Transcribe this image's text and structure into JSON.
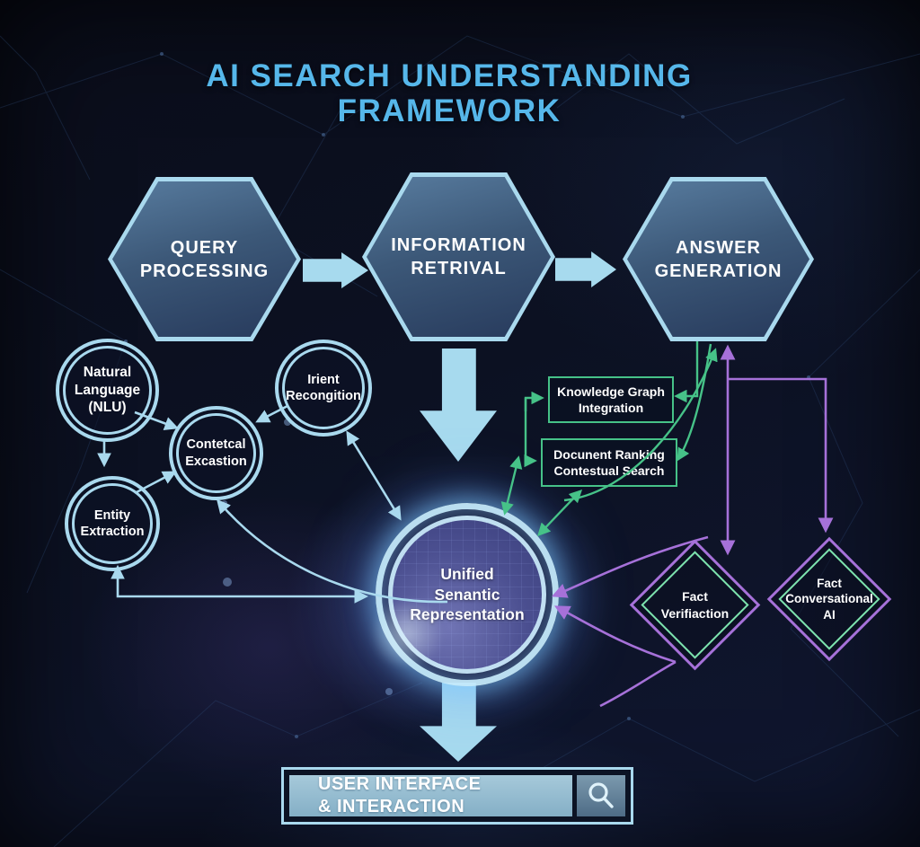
{
  "title": "AI SEARCH UNDERSTANDING\nFRAMEWORK",
  "colors": {
    "title_blue": "#56b7ea",
    "accent_blue": "#a9d9ee",
    "green": "#46c288",
    "purple": "#a671d9"
  },
  "hexagons": [
    {
      "label": "QUERY\nPROCESSING"
    },
    {
      "label": "INFORMATION\nRETRIVAL"
    },
    {
      "label": "ANSWER\nGENERATION"
    }
  ],
  "circles": [
    {
      "label": "Natural\nLanguage\n(NLU)"
    },
    {
      "label": "Irient\nRecongition"
    },
    {
      "label": "Contetcal\nExcastion"
    },
    {
      "label": "Entity\nExtraction"
    }
  ],
  "central": {
    "label": "Unified\nSenantic\nRepresentation"
  },
  "boxes": [
    {
      "label": "Knowledge Graph\nIntegration"
    },
    {
      "label": "Docunent Ranking\nContestual Search"
    }
  ],
  "diamonds": [
    {
      "label": "Fact\nVerifiaction"
    },
    {
      "label": "Fact\nConversational\nAI"
    }
  ],
  "footer": {
    "label": "USER INTERFACE\n& INTERACTION",
    "icon": "search-icon"
  }
}
